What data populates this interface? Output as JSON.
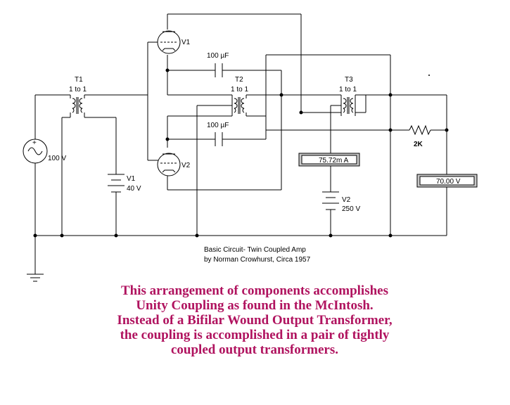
{
  "colors": {
    "wire": "#000000",
    "description": "#b0135f",
    "background": "#ffffff"
  },
  "labels": {
    "t1_name": "T1",
    "t1_ratio": "1 to 1",
    "t2_name": "T2",
    "t2_ratio": "1 to 1",
    "t3_name": "T3",
    "t3_ratio": "1 to 1",
    "v1_tube": "V1",
    "v2_tube": "V2",
    "cap_top": "100 µF",
    "cap_bottom": "100 µF",
    "source": "100 V",
    "bat1_name": "V1",
    "bat1_value": "40 V",
    "bat2_name": "V2",
    "bat2_value": "250 V",
    "resistor": "2K"
  },
  "meters": {
    "ammeter": "75.72m A",
    "voltmeter": "70.00  V"
  },
  "caption": {
    "line1": "Basic Circuit- Twin Coupled Amp",
    "line2": "by Norman Crowhurst, Circa 1957"
  },
  "description": {
    "line1": "This arrangement of components accomplishes",
    "line2": "Unity Coupling as found in the McIntosh.",
    "line3": "Instead of a Bifilar Wound Output Transformer,",
    "line4": "the coupling is accomplished in a pair of tightly",
    "line5": "coupled output transformers."
  }
}
